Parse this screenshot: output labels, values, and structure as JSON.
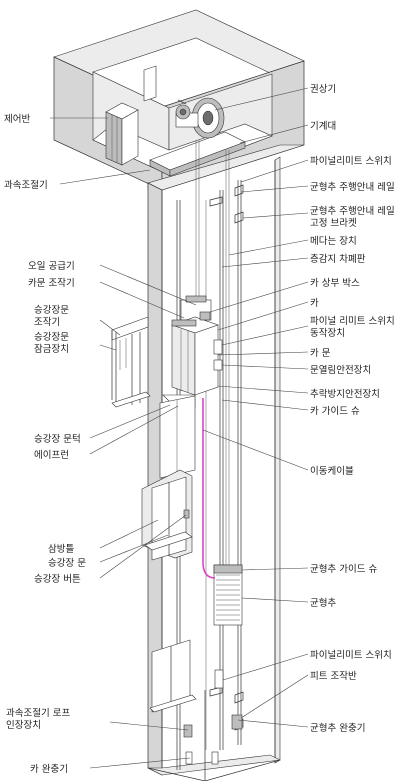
{
  "labels": {
    "winch": "권상기",
    "control_panel": "제어반",
    "machine_base": "기계대",
    "governor": "과속조절기",
    "final_limit_switch_top": "파이널리미트 스위치",
    "cw_guide_rail": "균형추 주행안내 레일",
    "cw_rail_bracket": "균형추 주행안내 레일\n고정 브라켓",
    "hanging_device": "메다는 장치",
    "sensor_shield": "층감지 차폐판",
    "oil_supply": "오일 공급기",
    "car_door_operator": "카문 조작기",
    "car_top_box": "카 상부 박스",
    "car": "카",
    "final_limit_actuator": "파이널 리미트 스위치\n동작장치",
    "landing_door_operator": "승강장문\n조작기",
    "landing_door_lock": "승강장문\n잠금장치",
    "car_door": "카 문",
    "door_safety": "문열림안전장치",
    "fall_protection": "추락방지안전장치",
    "car_guide_shoe": "카 가이드 슈",
    "landing_sill": "승강장 문턱",
    "apron": "에이프런",
    "traveling_cable": "이동케이블",
    "jamb": "삼방틀",
    "landing_door": "승강장 문",
    "landing_button": "승강장 버튼",
    "cw_guide_shoe": "균형추 가이드 슈",
    "counterweight": "균형추",
    "final_limit_switch_bottom": "파이널리미트 스위치",
    "pit_panel": "피트 조작반",
    "governor_tension": "과속조절기 로프\n인장장치",
    "cw_buffer": "균형추 완충기",
    "car_buffer": "카 완충기"
  },
  "colors": {
    "traveling_cable": "#e040c8",
    "wall": "#d6d6d6",
    "line": "#333333"
  }
}
